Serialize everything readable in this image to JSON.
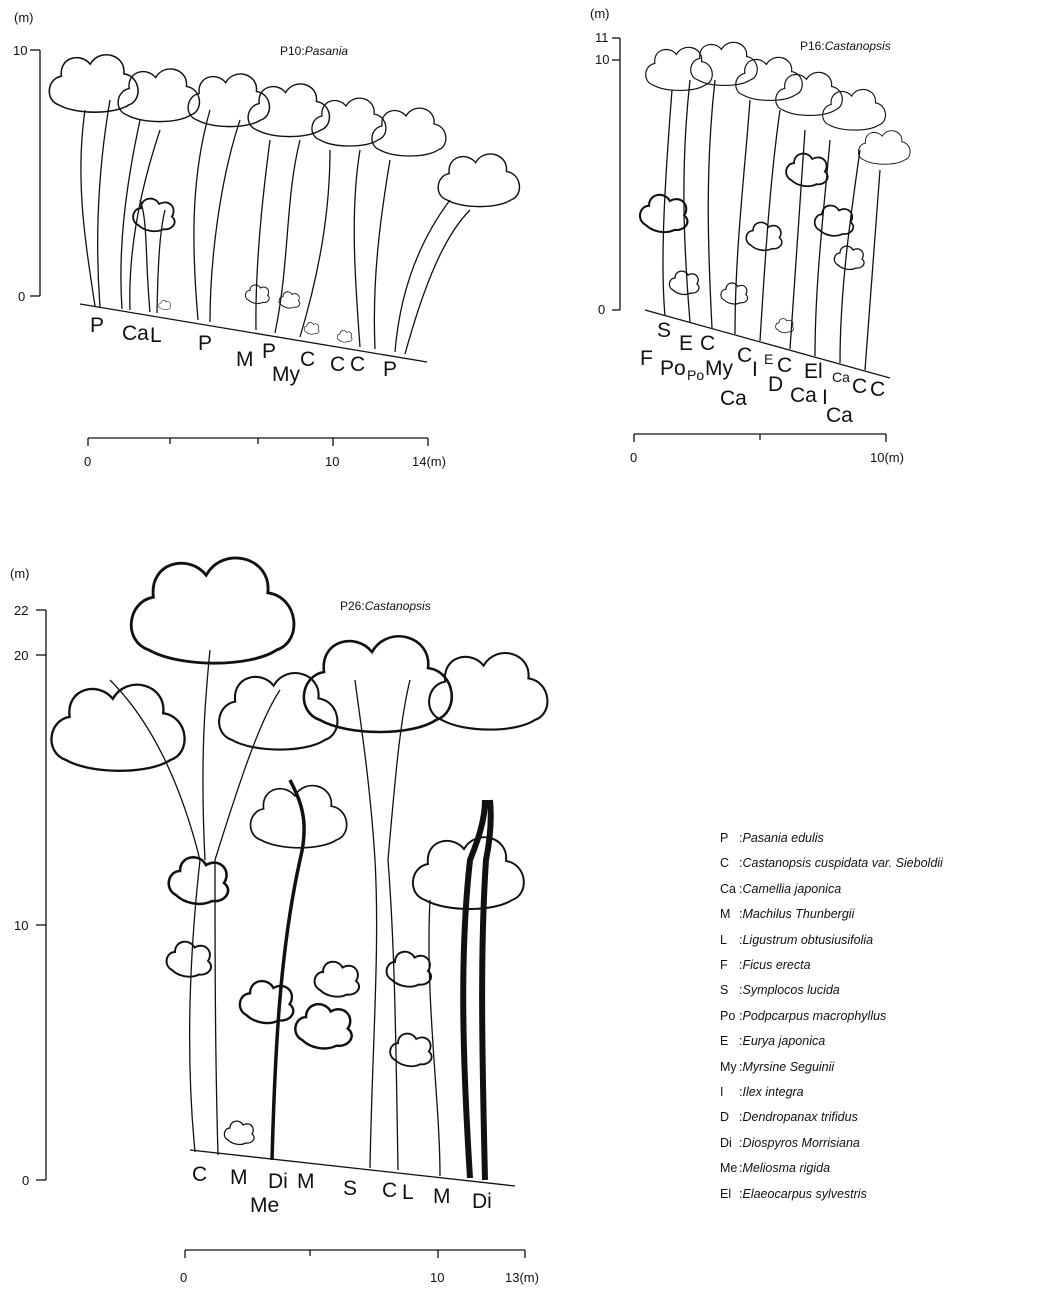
{
  "panels": [
    {
      "title_code": "P10:",
      "title_genus": "Pasania",
      "unit": "(m)",
      "y_ticks": [
        "10",
        "0"
      ],
      "x_ticks": [
        "0",
        "10",
        "14(m)"
      ],
      "species_labels": [
        "P",
        "Ca",
        "L",
        "P",
        "M",
        "P",
        "My",
        "C",
        "C",
        "C",
        "P"
      ]
    },
    {
      "title_code": "P16:",
      "title_genus": "Castanopsis",
      "unit": "(m)",
      "y_ticks": [
        "11",
        "10",
        "0"
      ],
      "x_ticks": [
        "0",
        "10(m)"
      ],
      "species_labels": [
        "S",
        "E",
        "C",
        "F",
        "Po",
        "Po",
        "My",
        "Ca",
        "C",
        "I",
        "E",
        "C",
        "D",
        "Ca",
        "El",
        "Ca",
        "C",
        "C",
        "I",
        "Ca"
      ]
    },
    {
      "title_code": "P26:",
      "title_genus": "Castanopsis",
      "unit": "(m)",
      "y_ticks": [
        "22",
        "20",
        "10",
        "0"
      ],
      "x_ticks": [
        "0",
        "10",
        "13(m)"
      ],
      "species_labels": [
        "C",
        "M",
        "Di",
        "M",
        "S",
        "C",
        "L",
        "M",
        "Di",
        "Me"
      ]
    }
  ],
  "legend": [
    {
      "code": "P",
      "name": "Pasania edulis"
    },
    {
      "code": "C",
      "name": "Castanopsis cuspidata var. Sieboldii"
    },
    {
      "code": "Ca",
      "name": "Camellia japonica"
    },
    {
      "code": "M",
      "name": "Machilus Thunbergii"
    },
    {
      "code": "L",
      "name": "Ligustrum obtusiusifolia"
    },
    {
      "code": "F",
      "name": "Ficus erecta"
    },
    {
      "code": "S",
      "name": "Symplocos lucida"
    },
    {
      "code": "Po",
      "name": "Podpcarpus macrophyllus"
    },
    {
      "code": "E",
      "name": "Eurya japonica"
    },
    {
      "code": "My",
      "name": "Myrsine Seguinii"
    },
    {
      "code": "I",
      "name": "Ilex integra"
    },
    {
      "code": "D",
      "name": "Dendropanax trifidus"
    },
    {
      "code": "Di",
      "name": "Diospyros Morrisiana"
    },
    {
      "code": "Me",
      "name": "Meliosma rigida"
    },
    {
      "code": "El",
      "name": "Elaeocarpus sylvestris"
    }
  ]
}
